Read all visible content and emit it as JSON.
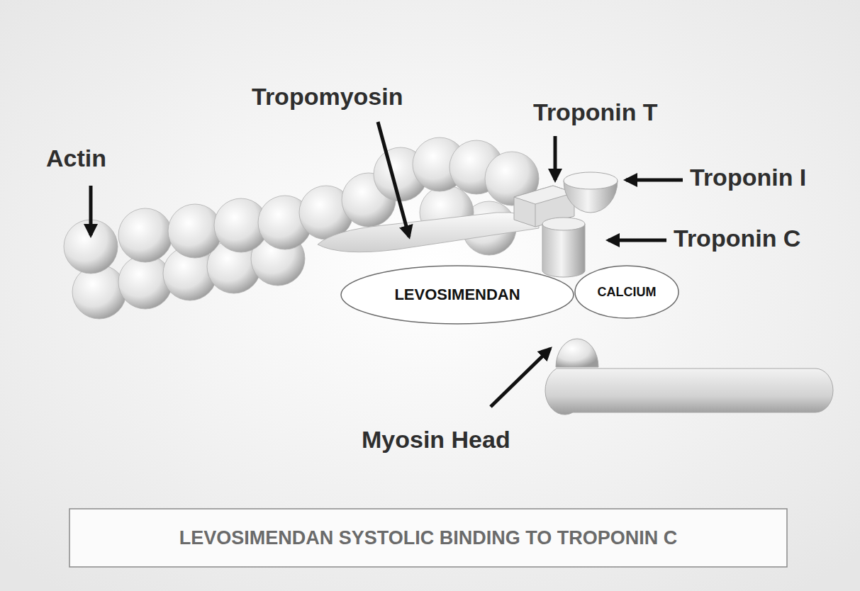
{
  "diagram": {
    "caption": "LEVOSIMENDAN SYSTOLIC BINDING TO TROPONIN C",
    "nodes": [
      {
        "text": [
          "LEVOSIMENDAN"
        ]
      },
      {
        "text": [
          "CALCIUM"
        ]
      }
    ],
    "labels": [
      "Actin",
      "Tropomyosin",
      "Troponin T",
      "Troponin I",
      "Troponin C",
      "Myosin Head"
    ]
  }
}
